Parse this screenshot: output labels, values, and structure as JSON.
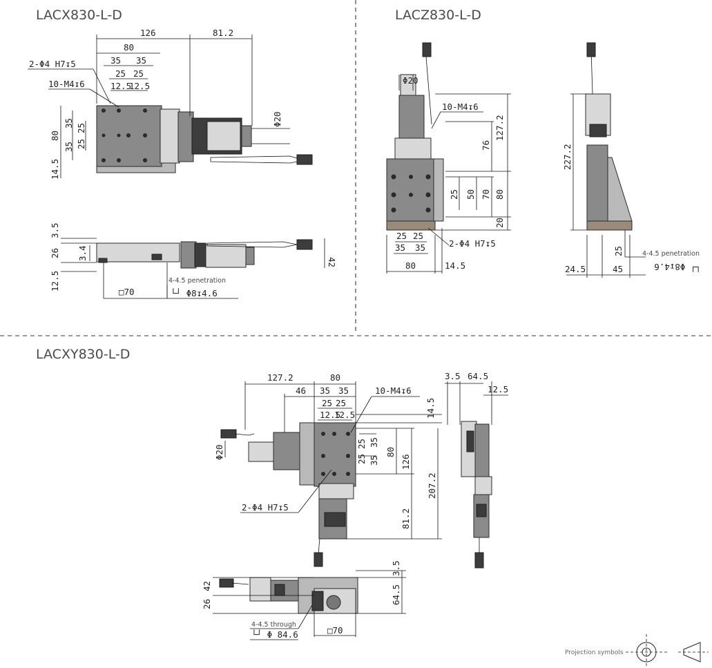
{
  "views": {
    "lacx": {
      "title": "LACX830-L-D"
    },
    "lacz": {
      "title": "LACZ830-L-D"
    },
    "lacxy": {
      "title": "LACXY830-L-D"
    }
  },
  "dims": {
    "x_126": "126",
    "x_81_2": "81.2",
    "x_80_top": "80",
    "x_35a": "35",
    "x_35b": "35",
    "x_25a": "25",
    "x_25b": "25",
    "x_12_5a": "12.5",
    "x_12_5b": "12.5",
    "x_hole1": "2-Φ4 H7↧5",
    "x_hole2": "10-M4↧6",
    "x_v35a": "35",
    "x_v35b": "35",
    "x_v25a": "25",
    "x_v25b": "25",
    "x_v80": "80",
    "x_v14_5": "14.5",
    "x_phi20": "Φ20",
    "x_s3_5": "3.5",
    "x_s26": "26",
    "x_s3_4": "3.4",
    "x_s12_5": "12.5",
    "x_s42": "42",
    "x_sq70": "□70",
    "x_pen": "4-4.5 penetration",
    "x_cbore": "└┘ Φ8↧4.6",
    "z_phi20": "Φ20",
    "z_m4": "10-M4↧6",
    "z_127_2": "127.2",
    "z_76": "76",
    "z_25": "25",
    "z_50": "50",
    "z_70": "70",
    "z_80v": "80",
    "z_20": "20",
    "z_h25a": "25",
    "z_h25b": "25",
    "z_h35a": "35",
    "z_h35b": "35",
    "z_hole": "2-Φ4 H7↧5",
    "z_80h": "80",
    "z_14_5": "14.5",
    "z_227_2": "227.2",
    "z_s25": "25",
    "z_pen": "4-4.5 penetration",
    "z_mirror": "└┘ Φ8↧4.6",
    "z_24_5": "24.5",
    "z_45": "45",
    "y_127_2": "127.2",
    "y_80": "80",
    "y_46": "46",
    "y_35a": "35",
    "y_35b": "35",
    "y_25a": "25",
    "y_25b": "25",
    "y_12_5a": "12.5",
    "y_12_5b": "12.5",
    "y_m4": "10-M4↧6",
    "y_14_5": "14.5",
    "y_phi20": "Φ20",
    "y_v25a": "25",
    "y_v25b": "25",
    "y_v35a": "35",
    "y_v35b": "35",
    "y_v80": "80",
    "y_126": "126",
    "y_207_2": "207.2",
    "y_81_2": "81.2",
    "y_hole": "2-Φ4 H7↧5",
    "y_3_5": "3.5",
    "y_64_5": "64.5",
    "y_12_5r": "12.5",
    "y_b3_5": "3.5",
    "y_b64_5": "64.5",
    "y_b42": "42",
    "y_b26": "26",
    "y_through": "4-4.5 through",
    "y_cbore": "└┘ Φ 84.6",
    "y_sq70": "□70"
  },
  "footer": {
    "projection_label": "Projection symbols"
  }
}
